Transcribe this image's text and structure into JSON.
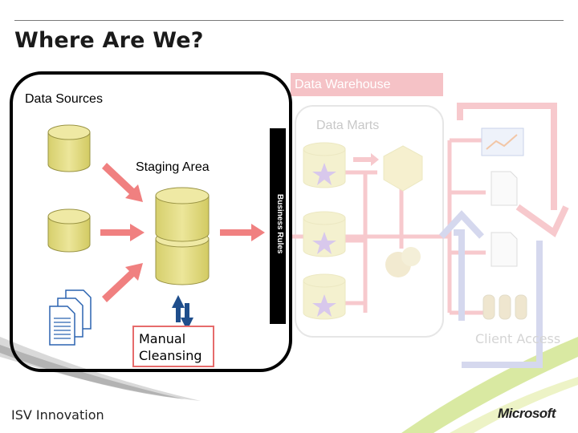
{
  "title": "Where Are We?",
  "sections": {
    "data_warehouse": "Data Warehouse",
    "data_sources": "Data Sources",
    "staging_area": "Staging Area",
    "data_marts": "Data Marts",
    "business_rules": "Business Rules",
    "manual_cleansing": "Manual Cleansing",
    "client_access": "Client Access"
  },
  "footer": {
    "left": "ISV Innovation",
    "right": "Microsoft"
  },
  "colors": {
    "arrow_red": "#f08080",
    "db_yellow": "#e6df8c",
    "faded_pink": "#f5c2c6",
    "faded_blue": "#cdd0ea",
    "swoosh_green": "#b4d34a",
    "up_down_arrow": "#1f4e8c"
  }
}
